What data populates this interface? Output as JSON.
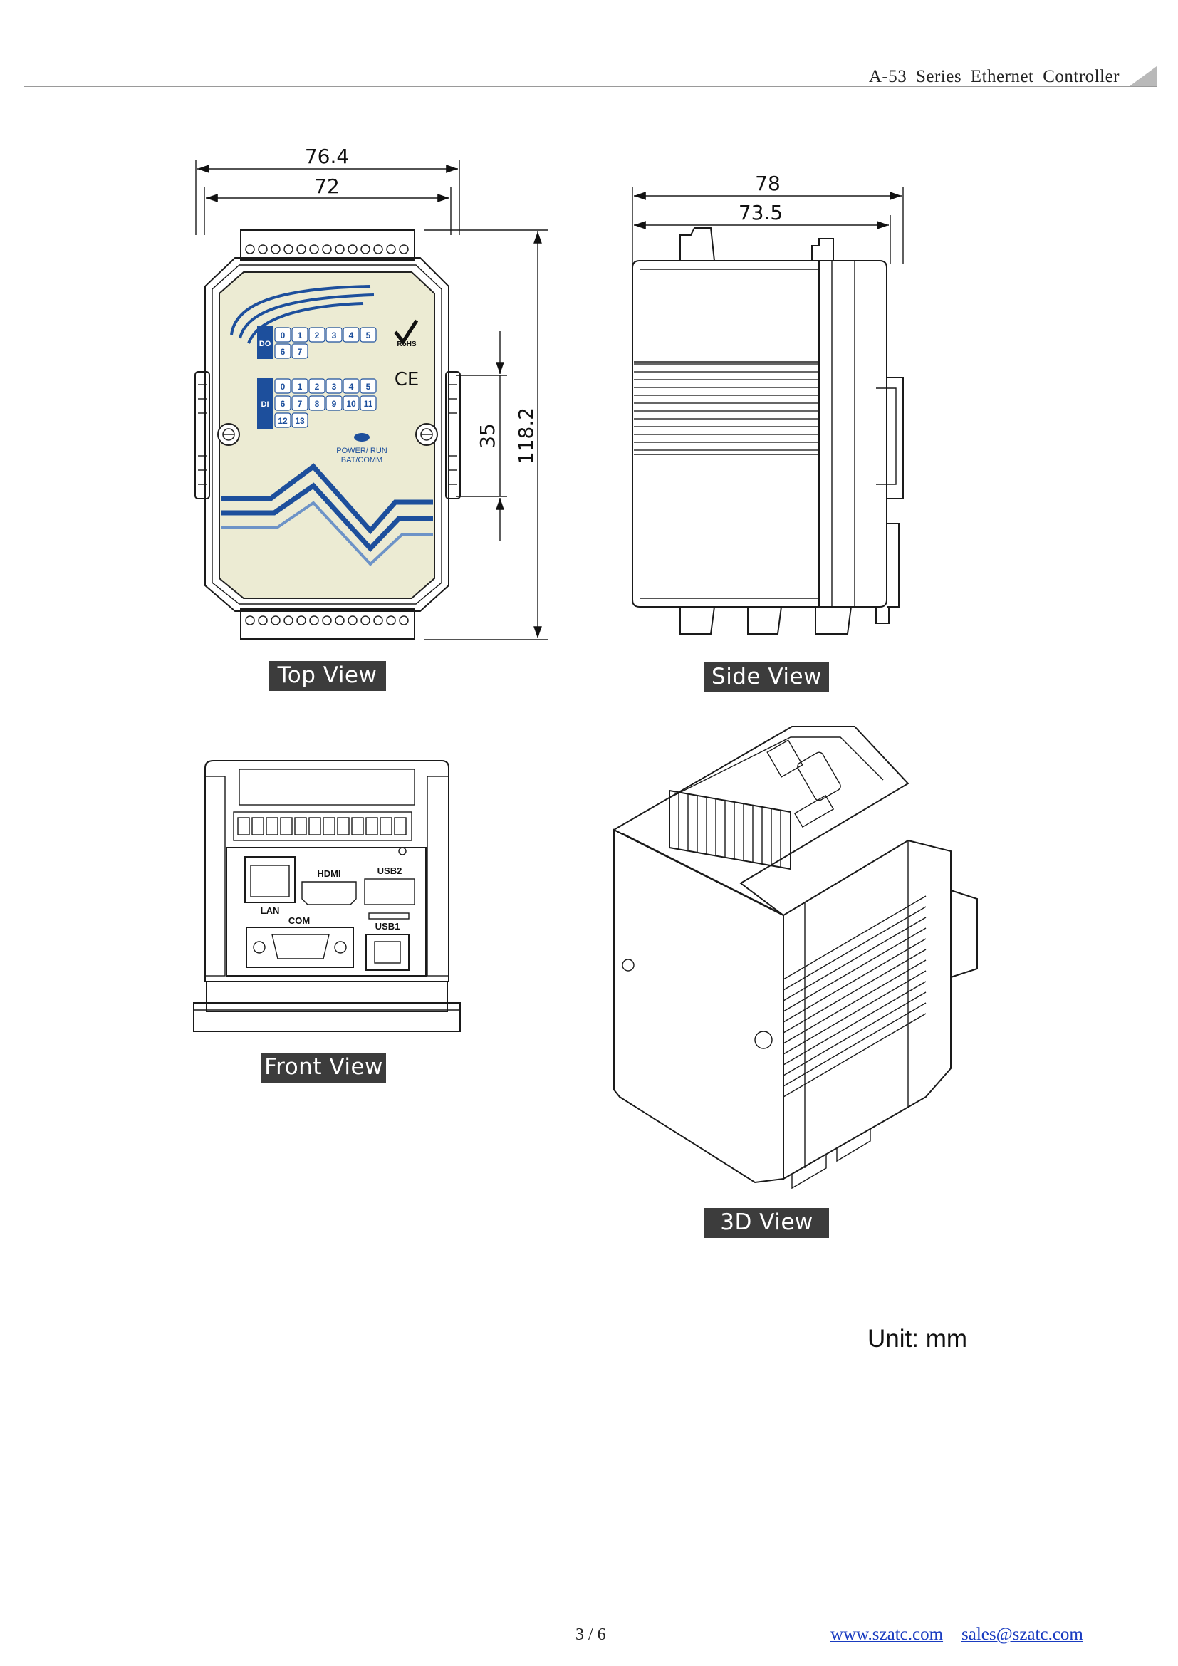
{
  "header": {
    "title": "A-53  Series  Ethernet  Controller"
  },
  "top_view": {
    "caption": "Top View",
    "dim_width_outer": "76.4",
    "dim_width_inner": "72",
    "dim_height_total": "118.2",
    "dim_height_mid": "35",
    "do_label": "DO",
    "do_row1": [
      "0",
      "1",
      "2",
      "3",
      "4",
      "5"
    ],
    "do_row2": [
      "6",
      "7"
    ],
    "di_label": "DI",
    "di_row1": [
      "0",
      "1",
      "2",
      "3",
      "4",
      "5"
    ],
    "di_row2": [
      "6",
      "7",
      "8",
      "9",
      "10",
      "11"
    ],
    "di_row3": [
      "12",
      "13"
    ],
    "rohs": "RoHS",
    "ce": "CE",
    "led_label_1": "POWER/ RUN",
    "led_label_2": "BAT/COMM"
  },
  "side_view": {
    "caption": "Side View",
    "dim_outer": "78",
    "dim_inner": "73.5"
  },
  "front_view": {
    "caption": "Front View",
    "port_lan": "LAN",
    "port_hdmi": "HDMI",
    "port_usb2": "USB2",
    "port_com": "COM",
    "port_usb1": "USB1"
  },
  "iso_view": {
    "caption": "3D View"
  },
  "unit_note": "Unit: mm",
  "footer": {
    "page": "3 / 6",
    "website": "www.szatc.com",
    "email": "sales@szatc.com"
  },
  "colors": {
    "panel_fill": "#ecebd3",
    "panel_blue": "#1d4f9c",
    "caption_bg": "#3c3c3c",
    "link": "#1a3cc0"
  }
}
